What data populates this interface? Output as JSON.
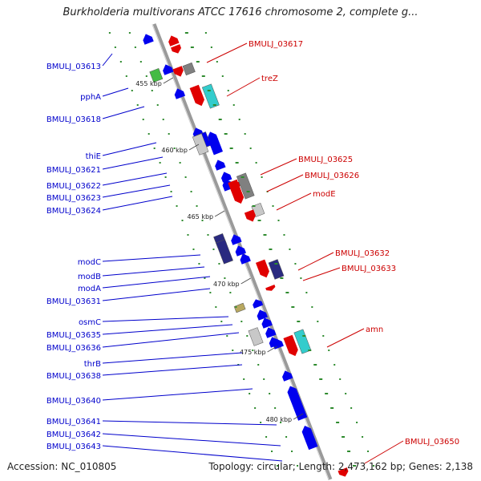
{
  "title": "Burkholderia multivorans ATCC 17616 chromosome 2, complete g...",
  "footer": {
    "accession": "Accession: NC_010805",
    "stats": "Topology: circular; Length: 2,473,162 bp; Genes: 2,138"
  },
  "ticks": [
    "455 kbp",
    "460 kbp",
    "465 kbp",
    "470 kbp",
    "475 kbp",
    "480 kbp"
  ],
  "colors": {
    "backbone": "#9a9a9a",
    "forward": "#e00000",
    "reverse": "#0000ee",
    "navy": "#2a2a80",
    "grey": "#808080",
    "cyan": "#33cccc",
    "green": "#44bb44",
    "light_grey": "#c8c8c8",
    "khaki": "#b8a860",
    "tick_green": "#2e8b2e"
  },
  "left_labels": [
    "BMULJ_03613",
    "pphA",
    "BMULJ_03618",
    "thiE",
    "BMULJ_03621",
    "BMULJ_03622",
    "BMULJ_03623",
    "BMULJ_03624",
    "modC",
    "modB",
    "modA",
    "BMULJ_03631",
    "osmC",
    "BMULJ_03635",
    "BMULJ_03636",
    "thrB",
    "BMULJ_03638",
    "BMULJ_03640",
    "BMULJ_03641",
    "BMULJ_03642",
    "BMULJ_03643"
  ],
  "right_labels": [
    "BMULJ_03617",
    "treZ",
    "BMULJ_03625",
    "BMULJ_03626",
    "modE",
    "BMULJ_03632",
    "BMULJ_03633",
    "amn",
    "BMULJ_03650"
  ]
}
